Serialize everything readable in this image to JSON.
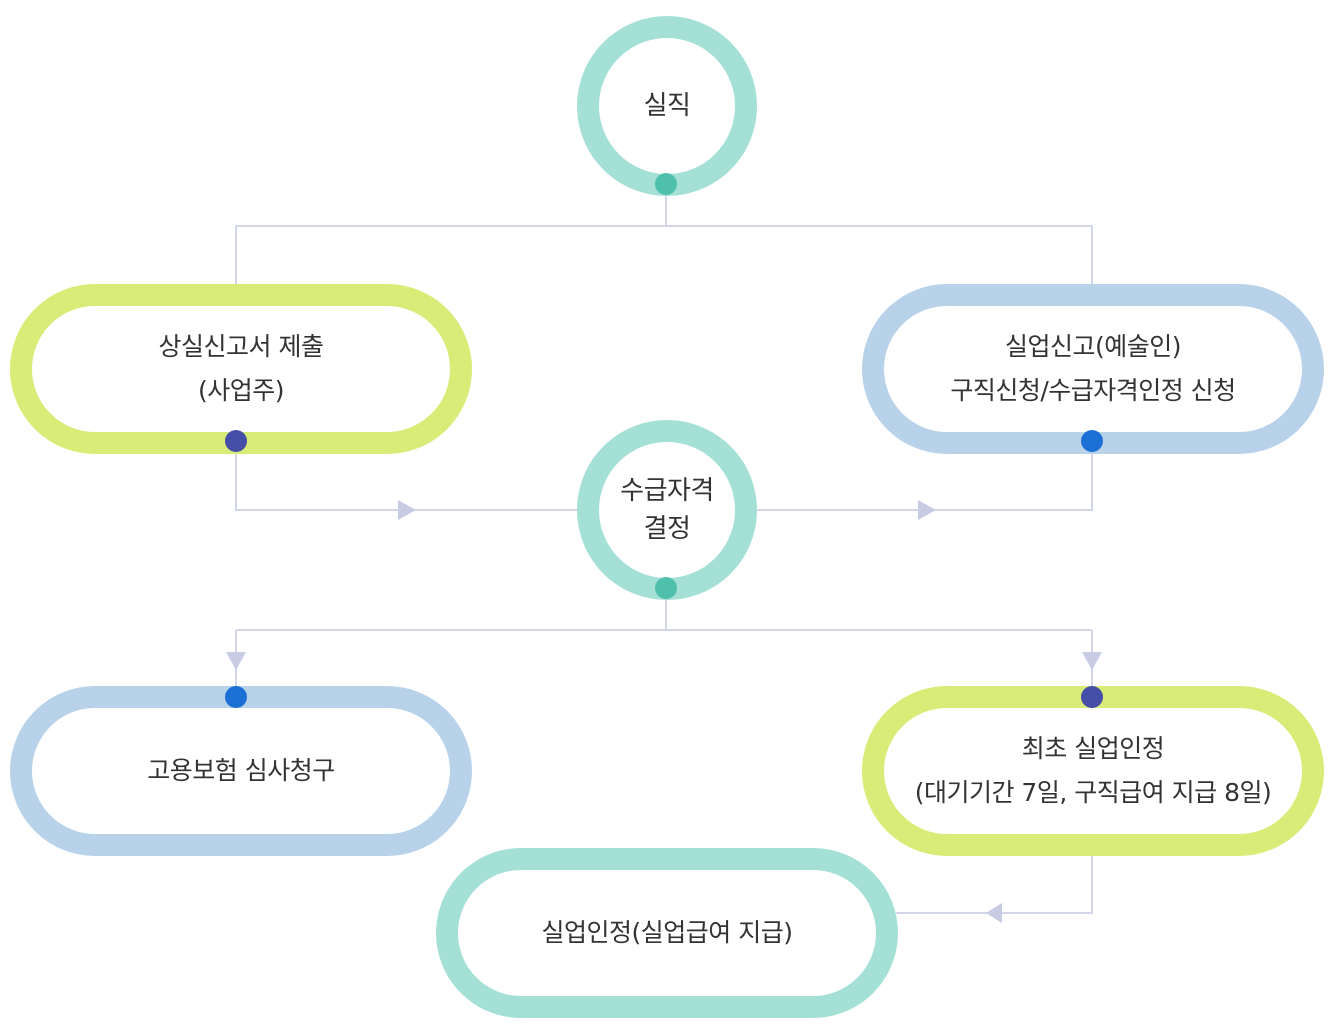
{
  "nodes": {
    "job_loss": {
      "lines": [
        "실직"
      ]
    },
    "loss_report": {
      "lines": [
        "상실신고서 제출",
        "(사업주)"
      ]
    },
    "unemployment_report": {
      "lines": [
        "실업신고(예술인)",
        "구직신청/수급자격인정 신청"
      ]
    },
    "eligibility_decision": {
      "lines": [
        "수급자격",
        "결정"
      ]
    },
    "insurance_review": {
      "lines": [
        "고용보험 심사청구"
      ]
    },
    "first_recognition": {
      "lines": [
        "최초 실업인정",
        "(대기기간 7일, 구직급여 지급 8일)"
      ]
    },
    "unemployment_recognition": {
      "lines": [
        "실업인정(실업급여 지급)"
      ]
    }
  },
  "colors": {
    "green": "#d9ec77",
    "blue": "#b8d2ea",
    "teal": "#a5e0d7",
    "connector": "#cfd2e6"
  }
}
